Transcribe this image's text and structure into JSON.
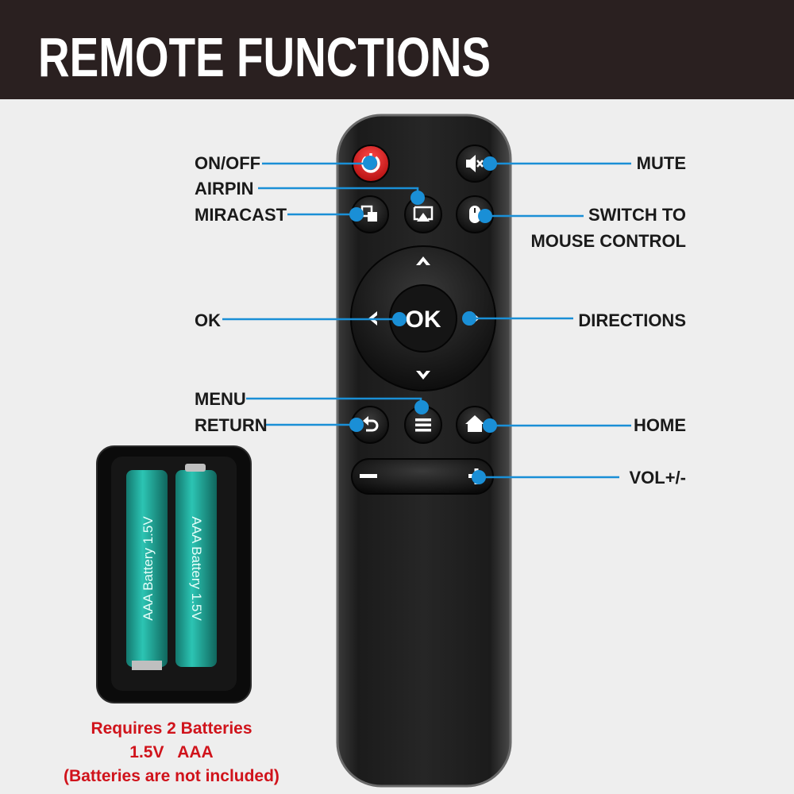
{
  "header": {
    "title": "REMOTE FUNCTIONS"
  },
  "colors": {
    "header_bg": "#2a2020",
    "accent_line": "#1a8fd6",
    "power_button": "#e02020",
    "battery": "#1fa89a",
    "note_text": "#d0131b"
  },
  "labels_left": {
    "on_off": "ON/OFF",
    "airpin": "AIRPIN",
    "miracast": "MIRACAST",
    "ok": "OK",
    "menu": "MENU",
    "return": "RETURN"
  },
  "labels_right": {
    "mute": "MUTE",
    "switch_to": "SWITCH TO",
    "mouse_control": "MOUSE CONTROL",
    "directions": "DIRECTIONS",
    "home": "HOME",
    "volume": "VOL+/-"
  },
  "remote": {
    "ok_label": "OK",
    "vol_minus": "−",
    "vol_plus": "+"
  },
  "battery": {
    "label": "AAA Battery 1.5V"
  },
  "note": {
    "line1": "Requires 2 Batteries",
    "line2": "1.5V   AAA",
    "line3": "(Batteries are not included)"
  }
}
